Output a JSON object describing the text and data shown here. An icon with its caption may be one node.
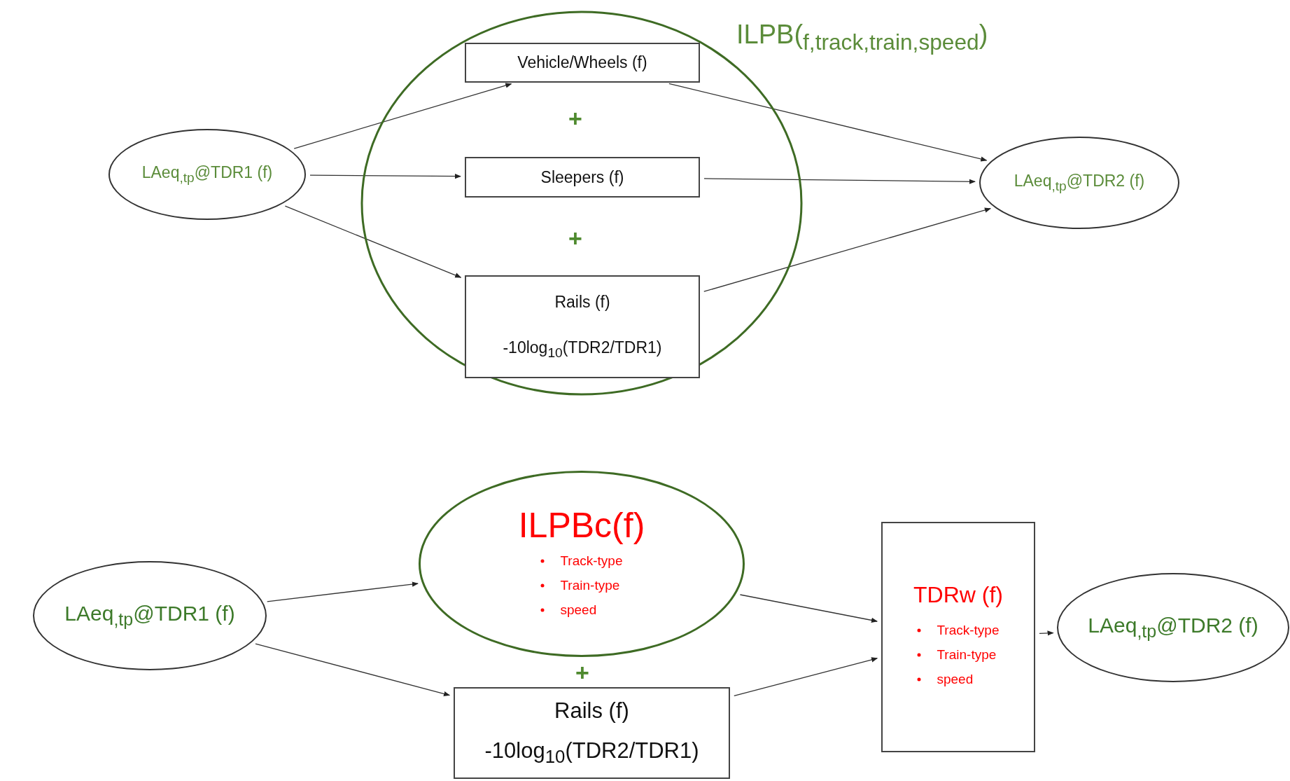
{
  "diagram": {
    "nodes": [
      {
        "text": [
          "LAeq$_{,tp}$@TDR1 (f)"
        ]
      },
      {
        "text": [
          "ILPB($_{f,track,train,speed}$)"
        ]
      },
      {
        "text": [
          "Vehicle/Wheels (f)"
        ],
        "in": 1
      },
      {
        "text": [
          "Sleepers (f)"
        ],
        "in": 1
      },
      {
        "text": [
          "Rails (f)",
          "-10log$_{10}$(TDR2/TDR1)"
        ],
        "in": 1
      },
      {
        "text": [
          "LAeq$_{,tp}$@TDR2 (f)"
        ]
      },
      {
        "text": [
          "LAeq$_{,tp}$@TDR1 (f)"
        ]
      },
      {
        "text": [
          "ILPBc(f)",
          "Track-type",
          "Train-type",
          "speed"
        ]
      },
      {
        "text": [
          "Rails (f)",
          "-10log$_{10}$(TDR2/TDR1)"
        ]
      },
      {
        "text": [
          "TDRw (f)",
          "Track-type",
          "Train-type",
          "speed"
        ]
      },
      {
        "text": [
          "LAeq$_{,tp}$@TDR2 (f)"
        ]
      }
    ],
    "edges": [
      {
        "from": 0,
        "to": 2,
        "arrow": "to"
      },
      {
        "from": 0,
        "to": 3,
        "arrow": "to"
      },
      {
        "from": 0,
        "to": 4,
        "arrow": "to"
      },
      {
        "from": 2,
        "to": 5,
        "arrow": "to"
      },
      {
        "from": 3,
        "to": 5,
        "arrow": "to"
      },
      {
        "from": 4,
        "to": 5,
        "arrow": "to"
      },
      {
        "from": 6,
        "to": 7,
        "arrow": "to"
      },
      {
        "from": 6,
        "to": 8,
        "arrow": "to"
      },
      {
        "from": 7,
        "to": 9,
        "arrow": "to"
      },
      {
        "from": 8,
        "to": 9,
        "arrow": "to"
      },
      {
        "from": 9,
        "to": 10,
        "arrow": "to"
      }
    ],
    "labels": [
      "+",
      "+",
      "+"
    ]
  }
}
